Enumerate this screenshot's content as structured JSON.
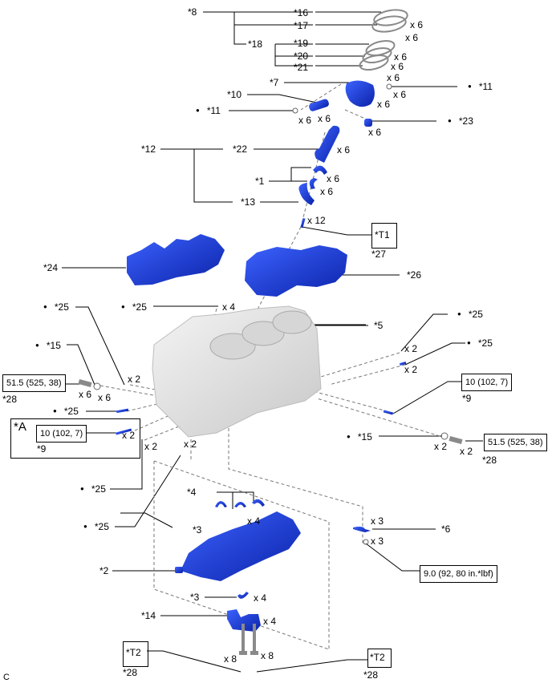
{
  "diagram": {
    "title_corner": "C",
    "colors": {
      "part_blue": "#1f3fd8",
      "block_gray": "#e6e6e6",
      "ring_gray": "#9a9a9a"
    },
    "callouts": {
      "c8": "*8",
      "c16": "*16",
      "c17": "*17",
      "c18": "*18",
      "c19": "*19",
      "c20": "*20",
      "c21": "*21",
      "c7": "*7",
      "c10": "*10",
      "c11a": "*11",
      "c11b": "*11",
      "c23": "*23",
      "c12": "*12",
      "c22": "*22",
      "c1": "*1",
      "c13": "*13",
      "cT1": "*T1",
      "c27": "*27",
      "c24": "*24",
      "c26": "*26",
      "c25a": "*25",
      "c25b": "*25",
      "c25c": "*25",
      "c25d": "*25",
      "c25e": "*25",
      "c25f": "*25",
      "c25g": "*25",
      "c5": "*5",
      "c15a": "*15",
      "c15b": "*15",
      "c28a": "*28",
      "c28b": "*28",
      "c9a": "*9",
      "c9b": "*9",
      "cA": "*A",
      "c4": "*4",
      "c3a": "*3",
      "c3b": "*3",
      "c6": "*6",
      "c2": "*2",
      "c14": "*14",
      "cT2a": "*T2",
      "cT2b": "*T2",
      "c28c": "*28",
      "c28d": "*28"
    },
    "quantities": {
      "q16": "x 6",
      "q17": "x 6",
      "q19": "x 6",
      "q20": "x 6",
      "q21": "x 6",
      "q11r": "x 6",
      "q7": "x 6",
      "q11l": "x 6",
      "q10": "x 6",
      "q23": "x 6",
      "q22": "x 6",
      "q1a": "x 6",
      "q1b": "x 6",
      "q27": "x 12",
      "q25top": "x 4",
      "q25r1": "x 2",
      "q25r2": "x 2",
      "q25l": "x 2",
      "q28l": "x 6",
      "q15l": "x 6",
      "q9l": "x 2",
      "q25bl": "x 2",
      "q25bl2": "x 2",
      "q15r": "x 2",
      "q28r": "x 2",
      "q4": "x 4",
      "q6": "x 3",
      "q6b": "x 3",
      "q3": "x 4",
      "q14": "x 4",
      "q28ba": "x 8",
      "q28bb": "x 8"
    },
    "torques": {
      "t28l": "51.5 (525, 38)",
      "t28r": "51.5 (525, 38)",
      "t9r": "10 (102, 7)",
      "t9l": "10 (102, 7)",
      "t6": "9.0 (92, 80 in.*lbf)"
    }
  }
}
